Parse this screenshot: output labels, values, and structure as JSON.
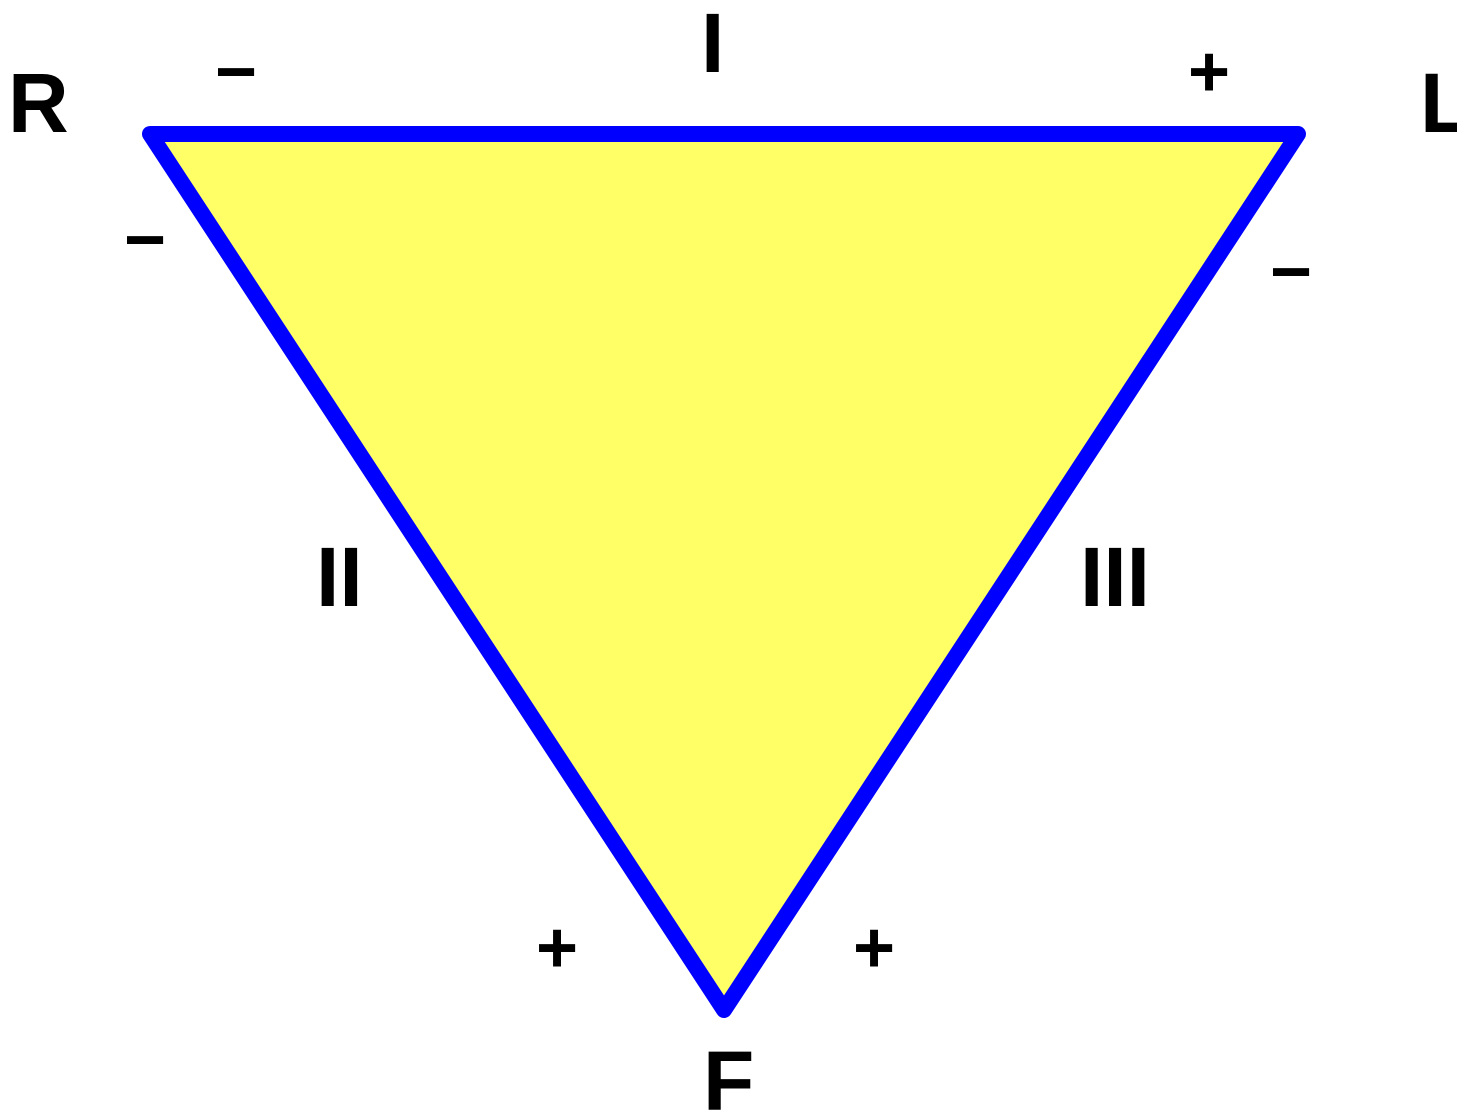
{
  "diagram": {
    "colors": {
      "fill": "#ffff66",
      "stroke": "#0000ff",
      "text": "#000000",
      "background": "#ffffff"
    },
    "vertices": {
      "right_arm": "R",
      "left_arm": "L",
      "left_foot": "F"
    },
    "leads": {
      "lead_1": "I",
      "lead_2": "II",
      "lead_3": "III"
    },
    "polarity": {
      "lead_1_negative": "−",
      "lead_1_positive": "+",
      "lead_2_negative": "−",
      "lead_2_positive": "+",
      "lead_3_negative": "−",
      "lead_3_positive": "+"
    }
  }
}
